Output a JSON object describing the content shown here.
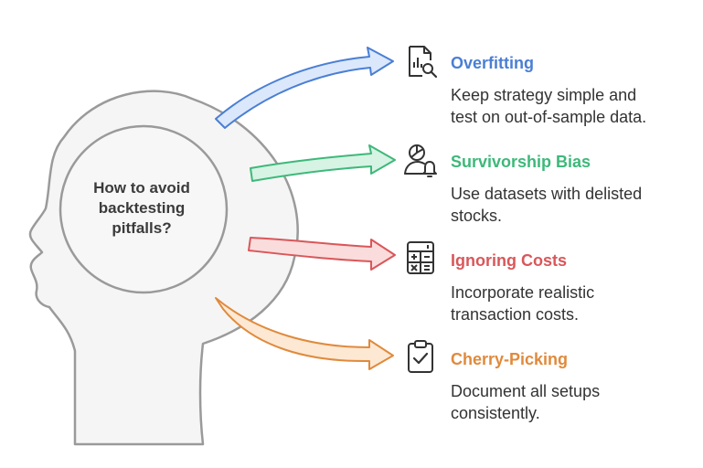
{
  "center": {
    "lines": [
      "How to avoid",
      "backtesting",
      "pitfalls?"
    ]
  },
  "items": [
    {
      "title": "Overfitting",
      "desc": [
        "Keep strategy simple and",
        "test on out-of-sample data."
      ],
      "color": "#4a7fd4",
      "fill": "#dbe7fb",
      "icon": "report-search-icon"
    },
    {
      "title": "Survivorship Bias",
      "desc": [
        "Use datasets with delisted",
        "stocks."
      ],
      "color": "#3eb87a",
      "fill": "#d6f3e4",
      "icon": "user-chart-alert-icon"
    },
    {
      "title": "Ignoring Costs",
      "desc": [
        "Incorporate realistic",
        "transaction costs."
      ],
      "color": "#d9575a",
      "fill": "#fadcdc",
      "icon": "calculator-icon"
    },
    {
      "title": "Cherry-Picking",
      "desc": [
        "Document all setups",
        "consistently."
      ],
      "color": "#e08a3c",
      "fill": "#fde8d4",
      "icon": "clipboard-check-icon"
    }
  ]
}
